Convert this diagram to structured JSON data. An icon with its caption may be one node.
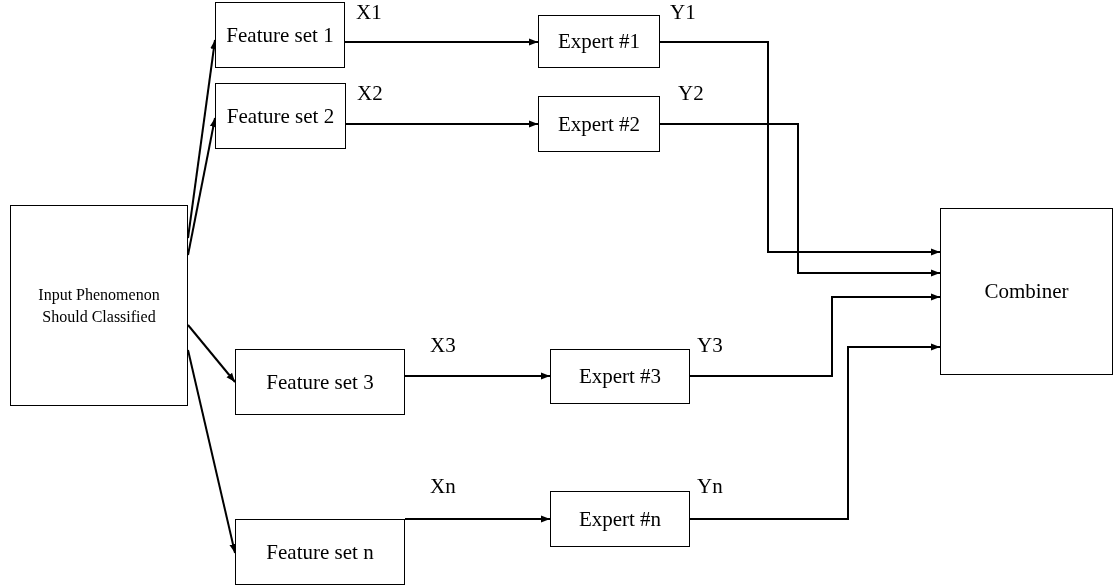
{
  "diagram": {
    "nodes": [
      {
        "text": [
          "Input Phenomenon Should Classified"
        ]
      },
      {
        "text": [
          "Feature set 1"
        ]
      },
      {
        "text": [
          "Feature set 2"
        ]
      },
      {
        "text": [
          "Feature set 3"
        ]
      },
      {
        "text": [
          "Feature set n"
        ]
      },
      {
        "text": [
          "Expert #1"
        ]
      },
      {
        "text": [
          "Expert #2"
        ]
      },
      {
        "text": [
          "Expert #3"
        ]
      },
      {
        "text": [
          "Expert #n"
        ]
      },
      {
        "text": [
          "Combiner"
        ]
      }
    ],
    "edges": [
      {
        "from": 0,
        "to": 1,
        "arrow": "to"
      },
      {
        "from": 0,
        "to": 2,
        "arrow": "to"
      },
      {
        "from": 0,
        "to": 3,
        "arrow": "to"
      },
      {
        "from": 0,
        "to": 4,
        "arrow": "to"
      },
      {
        "from": 1,
        "to": 5,
        "arrow": "to",
        "label": "X1"
      },
      {
        "from": 2,
        "to": 6,
        "arrow": "to",
        "label": "X2"
      },
      {
        "from": 3,
        "to": 7,
        "arrow": "to",
        "label": "X3"
      },
      {
        "from": 4,
        "to": 8,
        "arrow": "to",
        "label": "Xn"
      },
      {
        "from": 5,
        "to": 9,
        "arrow": "to",
        "label": "Y1"
      },
      {
        "from": 6,
        "to": 9,
        "arrow": "to",
        "label": "Y2"
      },
      {
        "from": 7,
        "to": 9,
        "arrow": "to",
        "label": "Y3"
      },
      {
        "from": 8,
        "to": 9,
        "arrow": "to",
        "label": "Yn"
      }
    ]
  }
}
